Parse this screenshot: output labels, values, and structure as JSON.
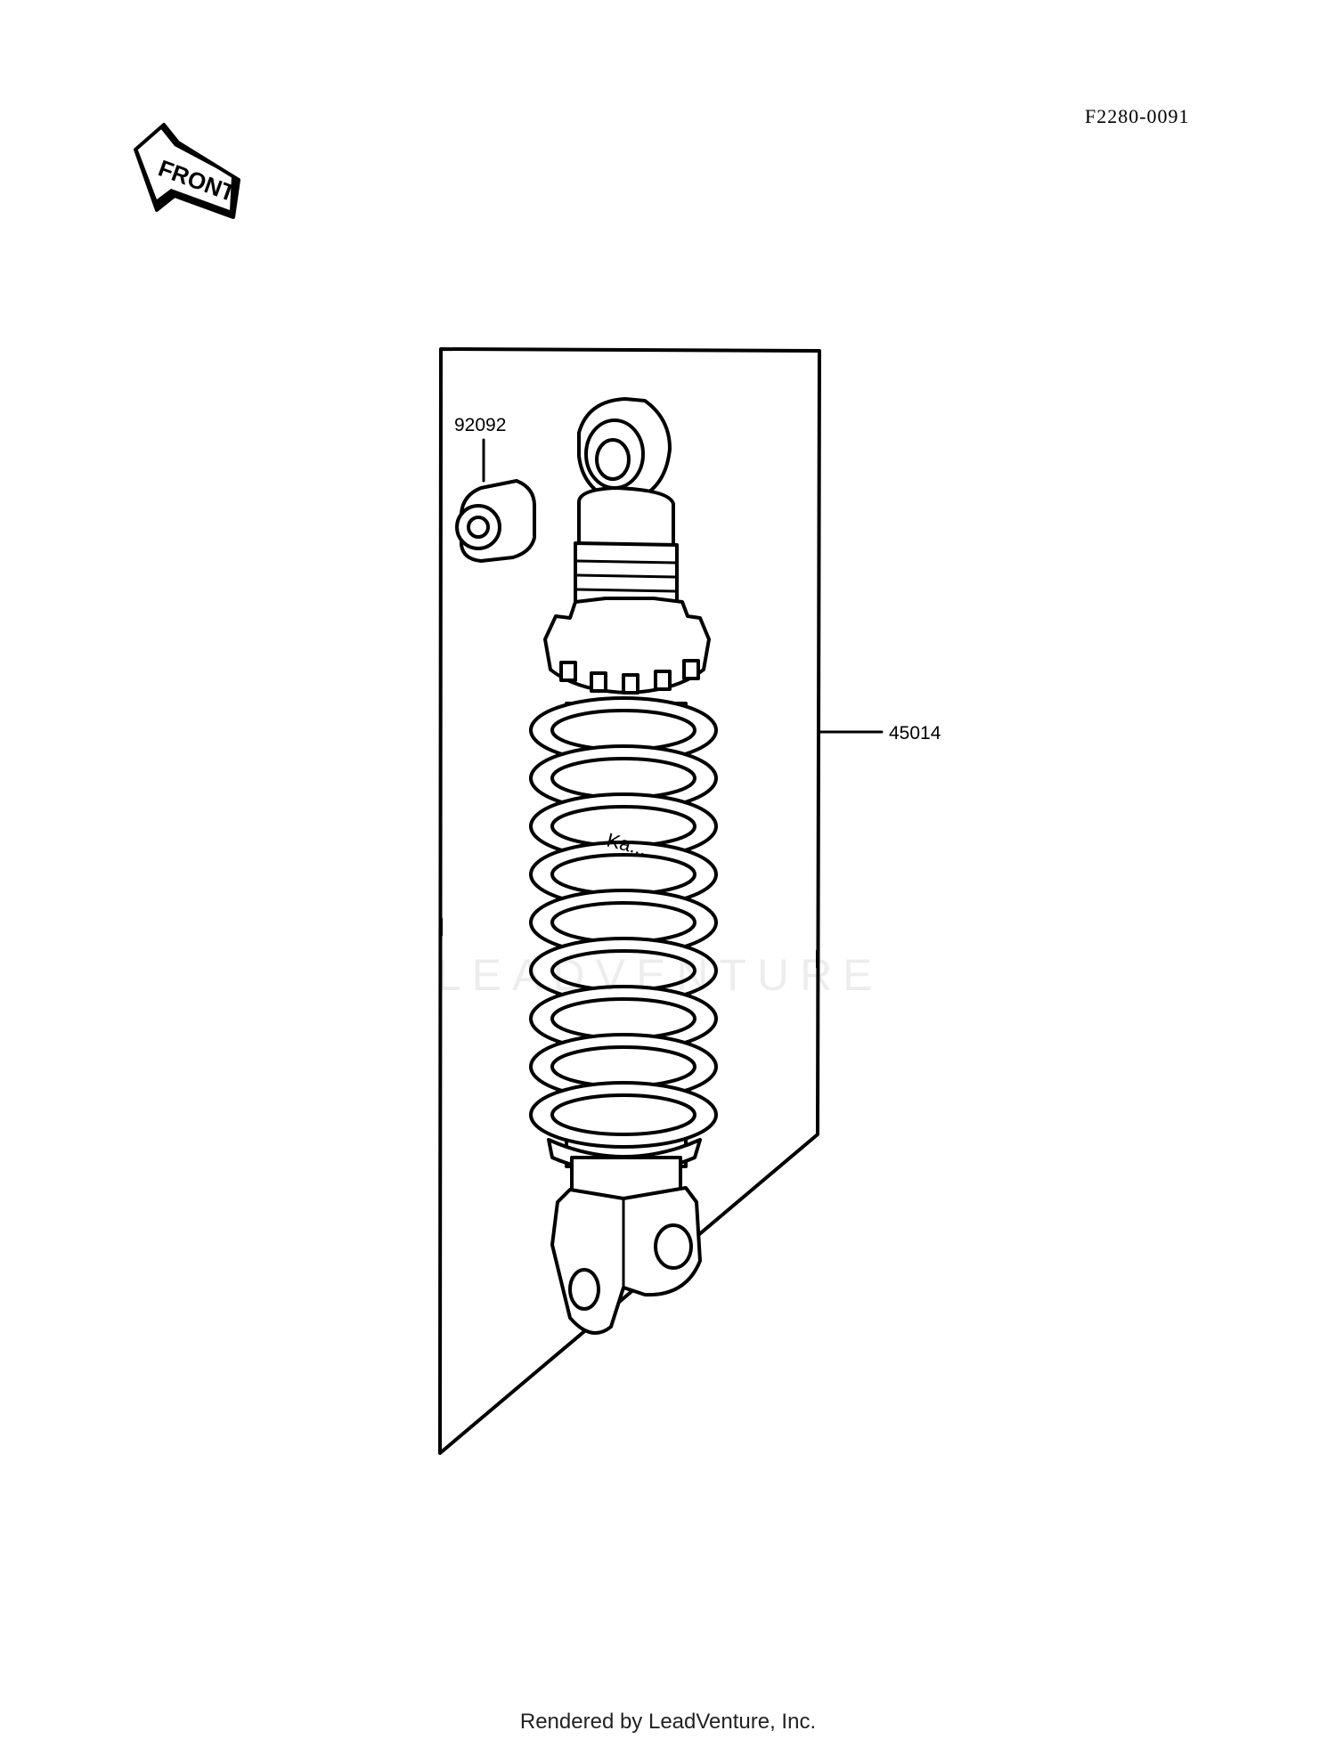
{
  "diagram": {
    "id": "F2280-0091",
    "front_label": "FRONT",
    "brand_text_on_part": "Ka..."
  },
  "parts": [
    {
      "number": "92092",
      "icon": "bushing-icon"
    },
    {
      "number": "45014",
      "icon": "shock-absorber-icon"
    }
  ],
  "watermark": "LEADVENTURE",
  "footer": "Rendered by LeadVenture, Inc."
}
